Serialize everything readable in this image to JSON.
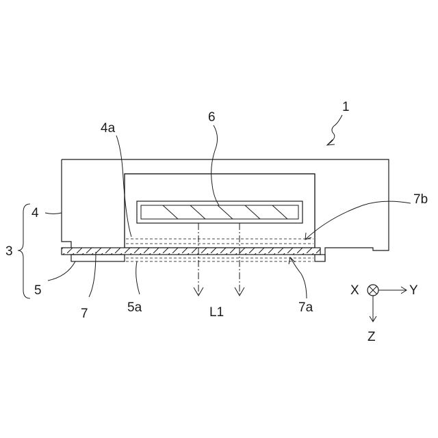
{
  "labels": {
    "device": "1",
    "group": "3",
    "housing": "4",
    "housing_opening": "4a",
    "base": "5",
    "base_opening": "5a",
    "element": "6",
    "plate": "7",
    "plate_lower": "7a",
    "plate_upper": "7b",
    "light": "L1"
  },
  "axes": {
    "x": "X",
    "y": "Y",
    "z": "Z"
  }
}
